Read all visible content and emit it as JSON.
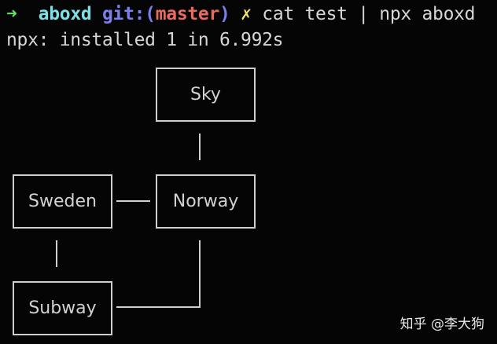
{
  "terminal": {
    "prompt": {
      "arrow_icon": "➜",
      "directory": "aboxd",
      "git_prefix": "git:(",
      "branch": "master",
      "git_suffix": ")",
      "dirty_icon": "✗",
      "command": "cat test | npx aboxd"
    },
    "output_line": "npx: installed 1 in 6.992s",
    "colors": {
      "arrow": "#62e36a",
      "directory": "#7fe0e6",
      "git": "#7b7ff0",
      "branch": "#e86a61",
      "dirty": "#f2e36a",
      "text": "#d6d6d6",
      "background": "#050505"
    }
  },
  "diagram": {
    "nodes": [
      {
        "id": "sky",
        "label": "Sky"
      },
      {
        "id": "norway",
        "label": "Norway"
      },
      {
        "id": "sweden",
        "label": "Sweden"
      },
      {
        "id": "subway",
        "label": "Subway"
      }
    ],
    "edges": [
      {
        "from": "sky",
        "to": "norway"
      },
      {
        "from": "sweden",
        "to": "norway"
      },
      {
        "from": "sweden",
        "to": "subway"
      },
      {
        "from": "subway",
        "to": "norway"
      }
    ],
    "line_color": "#cfcfcf"
  },
  "watermark": "知乎 @李大狗"
}
